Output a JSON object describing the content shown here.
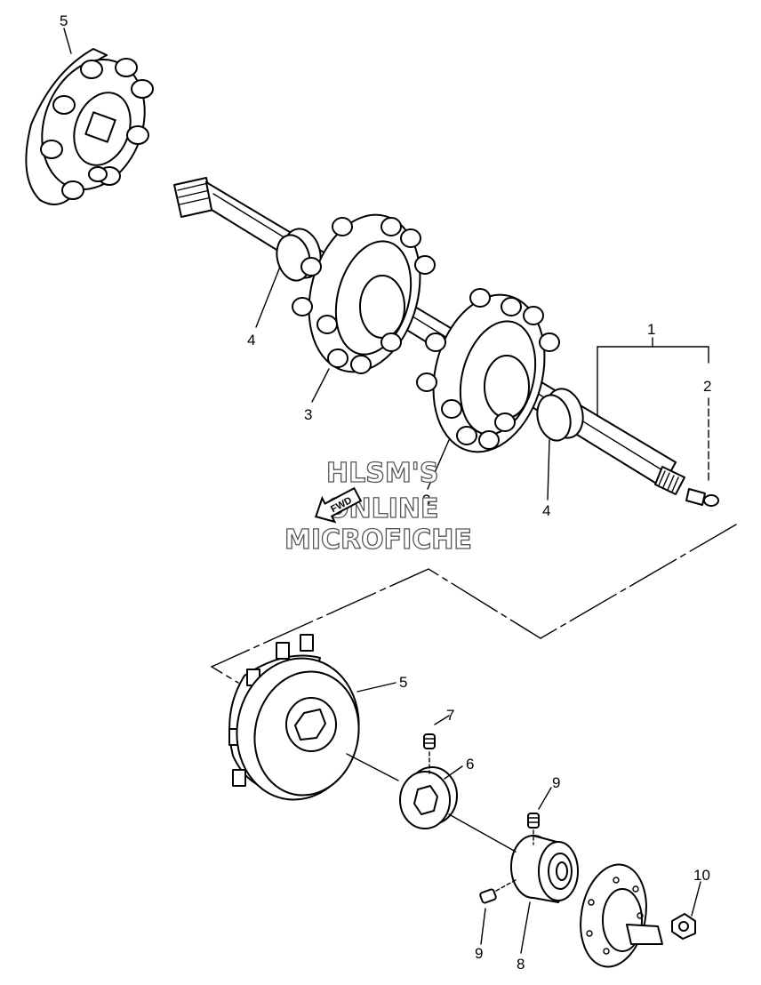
{
  "diagram": {
    "callouts": {
      "c1": "1",
      "c2": "2",
      "c3a": "3",
      "c3b": "3",
      "c4a": "4",
      "c4b": "4",
      "c5a": "5",
      "c5b": "5",
      "c6": "6",
      "c7": "7",
      "c8": "8",
      "c9a": "9",
      "c9b": "9",
      "c10": "10"
    },
    "watermark": {
      "line1": "HLSM'S",
      "line2": "ONLINE",
      "line3": "MICROFICHE",
      "fwd_label": "FWD"
    }
  }
}
